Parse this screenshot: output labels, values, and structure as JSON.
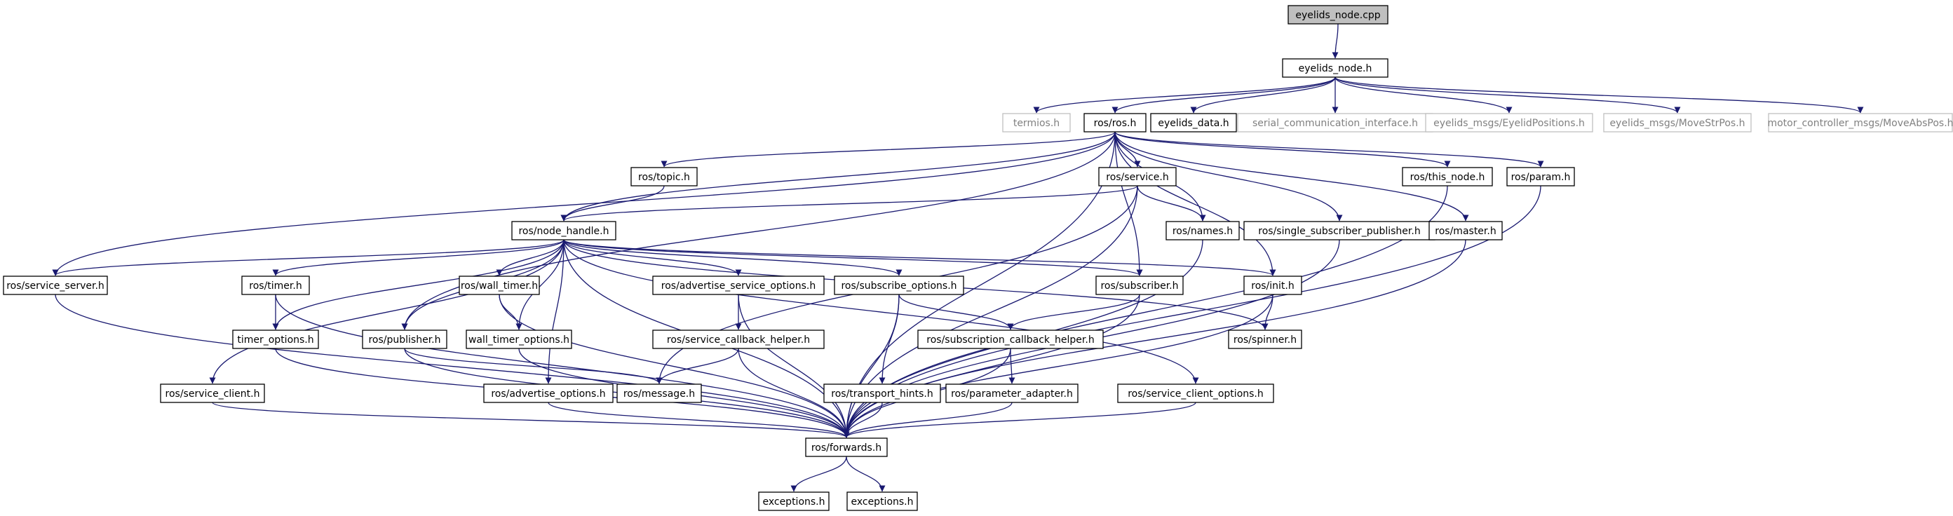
{
  "graph": {
    "nodes": [
      {
        "id": "eyelids_node_cpp",
        "label": "eyelids_node.cpp",
        "style": "root"
      },
      {
        "id": "eyelids_node_h",
        "label": "eyelids_node.h",
        "style": "normal"
      },
      {
        "id": "termios_h",
        "label": "termios.h",
        "style": "external"
      },
      {
        "id": "ros_ros_h",
        "label": "ros/ros.h",
        "style": "normal"
      },
      {
        "id": "eyelids_data_h",
        "label": "eyelids_data.h",
        "style": "normal"
      },
      {
        "id": "serial_comm_h",
        "label": "serial_communication_interface.h",
        "style": "external"
      },
      {
        "id": "eyelid_positions_h",
        "label": "eyelids_msgs/EyelidPositions.h",
        "style": "external"
      },
      {
        "id": "move_str_pos_h",
        "label": "eyelids_msgs/MoveStrPos.h",
        "style": "external"
      },
      {
        "id": "move_abs_pos_h",
        "label": "motor_controller_msgs/MoveAbsPos.h",
        "style": "external"
      },
      {
        "id": "ros_topic_h",
        "label": "ros/topic.h",
        "style": "normal"
      },
      {
        "id": "ros_service_h",
        "label": "ros/service.h",
        "style": "normal"
      },
      {
        "id": "ros_this_node_h",
        "label": "ros/this_node.h",
        "style": "normal"
      },
      {
        "id": "ros_param_h",
        "label": "ros/param.h",
        "style": "normal"
      },
      {
        "id": "ros_node_handle_h",
        "label": "ros/node_handle.h",
        "style": "normal"
      },
      {
        "id": "ros_names_h",
        "label": "ros/names.h",
        "style": "normal"
      },
      {
        "id": "ros_single_sub_pub_h",
        "label": "ros/single_subscriber_publisher.h",
        "style": "normal"
      },
      {
        "id": "ros_master_h",
        "label": "ros/master.h",
        "style": "normal"
      },
      {
        "id": "ros_service_server_h",
        "label": "ros/service_server.h",
        "style": "normal"
      },
      {
        "id": "ros_timer_h",
        "label": "ros/timer.h",
        "style": "normal"
      },
      {
        "id": "ros_wall_timer_h",
        "label": "ros/wall_timer.h",
        "style": "normal"
      },
      {
        "id": "ros_adv_service_opts_h",
        "label": "ros/advertise_service_options.h",
        "style": "normal"
      },
      {
        "id": "ros_subscribe_opts_h",
        "label": "ros/subscribe_options.h",
        "style": "normal"
      },
      {
        "id": "ros_subscriber_h",
        "label": "ros/subscriber.h",
        "style": "normal"
      },
      {
        "id": "ros_init_h",
        "label": "ros/init.h",
        "style": "normal"
      },
      {
        "id": "timer_options_h",
        "label": "timer_options.h",
        "style": "normal"
      },
      {
        "id": "ros_publisher_h",
        "label": "ros/publisher.h",
        "style": "normal"
      },
      {
        "id": "wall_timer_options_h",
        "label": "wall_timer_options.h",
        "style": "normal"
      },
      {
        "id": "ros_service_callback_helper_h",
        "label": "ros/service_callback_helper.h",
        "style": "normal"
      },
      {
        "id": "ros_subscription_callback_helper_h",
        "label": "ros/subscription_callback_helper.h",
        "style": "normal"
      },
      {
        "id": "ros_spinner_h",
        "label": "ros/spinner.h",
        "style": "normal"
      },
      {
        "id": "ros_service_client_h",
        "label": "ros/service_client.h",
        "style": "normal"
      },
      {
        "id": "ros_advertise_opts_h",
        "label": "ros/advertise_options.h",
        "style": "normal"
      },
      {
        "id": "ros_message_h",
        "label": "ros/message.h",
        "style": "normal"
      },
      {
        "id": "ros_transport_hints_h",
        "label": "ros/transport_hints.h",
        "style": "normal"
      },
      {
        "id": "ros_parameter_adapter_h",
        "label": "ros/parameter_adapter.h",
        "style": "normal"
      },
      {
        "id": "ros_service_client_opts_h",
        "label": "ros/service_client_options.h",
        "style": "normal"
      },
      {
        "id": "ros_forwards_h",
        "label": "ros/forwards.h",
        "style": "normal"
      },
      {
        "id": "exceptions_h_1",
        "label": "exceptions.h",
        "style": "normal"
      },
      {
        "id": "exceptions_h_2",
        "label": "exceptions.h",
        "style": "normal"
      }
    ],
    "edges": [
      [
        "eyelids_node_cpp",
        "eyelids_node_h"
      ],
      [
        "eyelids_node_h",
        "termios_h"
      ],
      [
        "eyelids_node_h",
        "ros_ros_h"
      ],
      [
        "eyelids_node_h",
        "eyelids_data_h"
      ],
      [
        "eyelids_node_h",
        "serial_comm_h"
      ],
      [
        "eyelids_node_h",
        "eyelid_positions_h"
      ],
      [
        "eyelids_node_h",
        "move_str_pos_h"
      ],
      [
        "eyelids_node_h",
        "move_abs_pos_h"
      ],
      [
        "ros_ros_h",
        "ros_topic_h"
      ],
      [
        "ros_ros_h",
        "ros_service_h"
      ],
      [
        "ros_ros_h",
        "ros_this_node_h"
      ],
      [
        "ros_ros_h",
        "ros_param_h"
      ],
      [
        "ros_ros_h",
        "ros_node_handle_h"
      ],
      [
        "ros_ros_h",
        "ros_names_h"
      ],
      [
        "ros_ros_h",
        "ros_single_sub_pub_h"
      ],
      [
        "ros_ros_h",
        "ros_master_h"
      ],
      [
        "ros_ros_h",
        "ros_service_server_h"
      ],
      [
        "ros_ros_h",
        "ros_publisher_h"
      ],
      [
        "ros_ros_h",
        "ros_subscriber_h"
      ],
      [
        "ros_ros_h",
        "ros_init_h"
      ],
      [
        "ros_ros_h",
        "ros_forwards_h"
      ],
      [
        "ros_topic_h",
        "ros_node_handle_h"
      ],
      [
        "ros_service_h",
        "ros_node_handle_h"
      ],
      [
        "ros_service_h",
        "ros_names_h"
      ],
      [
        "ros_service_h",
        "ros_message_h"
      ],
      [
        "ros_service_h",
        "ros_forwards_h"
      ],
      [
        "ros_this_node_h",
        "ros_forwards_h"
      ],
      [
        "ros_param_h",
        "ros_forwards_h"
      ],
      [
        "ros_names_h",
        "ros_forwards_h"
      ],
      [
        "ros_single_sub_pub_h",
        "ros_forwards_h"
      ],
      [
        "ros_master_h",
        "ros_forwards_h"
      ],
      [
        "ros_node_handle_h",
        "ros_service_server_h"
      ],
      [
        "ros_node_handle_h",
        "ros_timer_h"
      ],
      [
        "ros_node_handle_h",
        "ros_wall_timer_h"
      ],
      [
        "ros_node_handle_h",
        "ros_adv_service_opts_h"
      ],
      [
        "ros_node_handle_h",
        "ros_subscribe_opts_h"
      ],
      [
        "ros_node_handle_h",
        "ros_subscriber_h"
      ],
      [
        "ros_node_handle_h",
        "ros_init_h"
      ],
      [
        "ros_node_handle_h",
        "ros_spinner_h"
      ],
      [
        "ros_node_handle_h",
        "timer_options_h"
      ],
      [
        "ros_node_handle_h",
        "ros_publisher_h"
      ],
      [
        "ros_node_handle_h",
        "wall_timer_options_h"
      ],
      [
        "ros_node_handle_h",
        "ros_service_client_h"
      ],
      [
        "ros_node_handle_h",
        "ros_advertise_opts_h"
      ],
      [
        "ros_node_handle_h",
        "ros_service_client_opts_h"
      ],
      [
        "ros_node_handle_h",
        "ros_forwards_h"
      ],
      [
        "ros_service_server_h",
        "ros_forwards_h"
      ],
      [
        "ros_timer_h",
        "timer_options_h"
      ],
      [
        "ros_timer_h",
        "ros_forwards_h"
      ],
      [
        "ros_wall_timer_h",
        "wall_timer_options_h"
      ],
      [
        "ros_wall_timer_h",
        "ros_forwards_h"
      ],
      [
        "ros_adv_service_opts_h",
        "ros_service_callback_helper_h"
      ],
      [
        "ros_adv_service_opts_h",
        "ros_forwards_h"
      ],
      [
        "ros_subscribe_opts_h",
        "ros_subscription_callback_helper_h"
      ],
      [
        "ros_subscribe_opts_h",
        "ros_transport_hints_h"
      ],
      [
        "ros_subscribe_opts_h",
        "ros_forwards_h"
      ],
      [
        "ros_subscriber_h",
        "ros_subscription_callback_helper_h"
      ],
      [
        "ros_subscriber_h",
        "ros_forwards_h"
      ],
      [
        "ros_init_h",
        "ros_spinner_h"
      ],
      [
        "ros_init_h",
        "ros_forwards_h"
      ],
      [
        "timer_options_h",
        "ros_forwards_h"
      ],
      [
        "ros_publisher_h",
        "ros_message_h"
      ],
      [
        "ros_publisher_h",
        "ros_forwards_h"
      ],
      [
        "wall_timer_options_h",
        "ros_forwards_h"
      ],
      [
        "ros_service_callback_helper_h",
        "ros_message_h"
      ],
      [
        "ros_service_callback_helper_h",
        "ros_forwards_h"
      ],
      [
        "ros_subscription_callback_helper_h",
        "ros_parameter_adapter_h"
      ],
      [
        "ros_subscription_callback_helper_h",
        "ros_forwards_h"
      ],
      [
        "ros_service_client_h",
        "ros_forwards_h"
      ],
      [
        "ros_advertise_opts_h",
        "ros_forwards_h"
      ],
      [
        "ros_transport_hints_h",
        "ros_forwards_h"
      ],
      [
        "ros_parameter_adapter_h",
        "ros_forwards_h"
      ],
      [
        "ros_service_client_opts_h",
        "ros_forwards_h"
      ],
      [
        "ros_forwards_h",
        "exceptions_h_1"
      ],
      [
        "ros_forwards_h",
        "exceptions_h_2"
      ]
    ]
  },
  "colors": {
    "edge": "#191970",
    "node_border": "#000000",
    "external_border": "#bfbfbf",
    "root_fill": "#bfbfbf",
    "node_fill": "#ffffff",
    "text": "#000000",
    "external_text": "#808080"
  }
}
